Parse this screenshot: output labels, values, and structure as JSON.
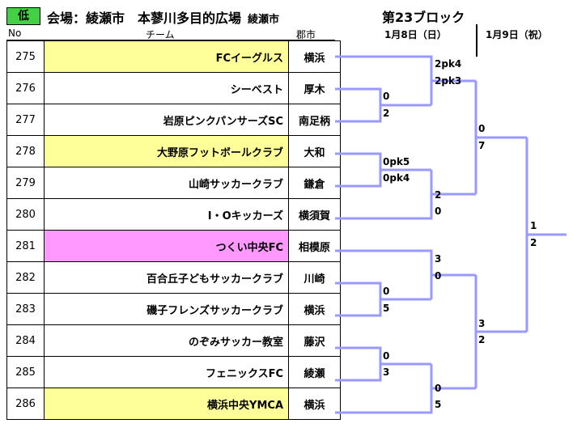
{
  "header": {
    "level_tag": "低",
    "venue_label": "会場：綾瀬市　本蓼川多目的広場",
    "venue_city": "綾瀬市",
    "block": "第23ブロック",
    "date1": "1月8日（日）",
    "date2": "1月9日（祝）"
  },
  "columns": {
    "no": "No",
    "team": "チーム",
    "city": "郡市"
  },
  "colors": {
    "highlight": "#ffff99",
    "pink": "#ff99ff",
    "bracket": "#9999ff",
    "tag": "#44d044"
  },
  "teams": [
    {
      "no": "275",
      "name": "FCイーグルス",
      "city": "横浜",
      "highlight": "yellow"
    },
    {
      "no": "276",
      "name": "シーベスト",
      "city": "厚木",
      "highlight": ""
    },
    {
      "no": "277",
      "name": "岩原ピンクパンサーズSC",
      "city": "南足柄",
      "highlight": ""
    },
    {
      "no": "278",
      "name": "大野原フットボールクラブ",
      "city": "大和",
      "highlight": "yellow"
    },
    {
      "no": "279",
      "name": "山崎サッカークラブ",
      "city": "鎌倉",
      "highlight": ""
    },
    {
      "no": "280",
      "name": "I・Oキッカーズ",
      "city": "横須賀",
      "highlight": ""
    },
    {
      "no": "281",
      "name": "つくい中央FC",
      "city": "相模原",
      "highlight": "pink"
    },
    {
      "no": "282",
      "name": "百合丘子どもサッカークラブ",
      "city": "川崎",
      "highlight": ""
    },
    {
      "no": "283",
      "name": "磯子フレンズサッカークラブ",
      "city": "横浜",
      "highlight": ""
    },
    {
      "no": "284",
      "name": "のぞみサッカー教室",
      "city": "藤沢",
      "highlight": ""
    },
    {
      "no": "285",
      "name": "フェニックスFC",
      "city": "綾瀬",
      "highlight": ""
    },
    {
      "no": "286",
      "name": "横浜中央YMCA",
      "city": "横浜",
      "highlight": "yellow"
    }
  ],
  "scores": {
    "r1a_top": "0",
    "r1a_bot": "2",
    "r1b_top": "0pk5",
    "r1b_bot": "0pk4",
    "r1c_top": "0",
    "r1c_bot": "5",
    "r1d_top": "0",
    "r1d_bot": "3",
    "r2a_top": "2pk4",
    "r2a_bot": "2pk3",
    "r2b_top": "2",
    "r2b_bot": "0",
    "r2c_top": "3",
    "r2c_bot": "0",
    "r2d_top": "0",
    "r2d_bot": "5",
    "sf_a_top": "0",
    "sf_a_bot": "7",
    "sf_b_top": "3",
    "sf_b_bot": "2",
    "final_top": "1",
    "final_bot": "2"
  }
}
